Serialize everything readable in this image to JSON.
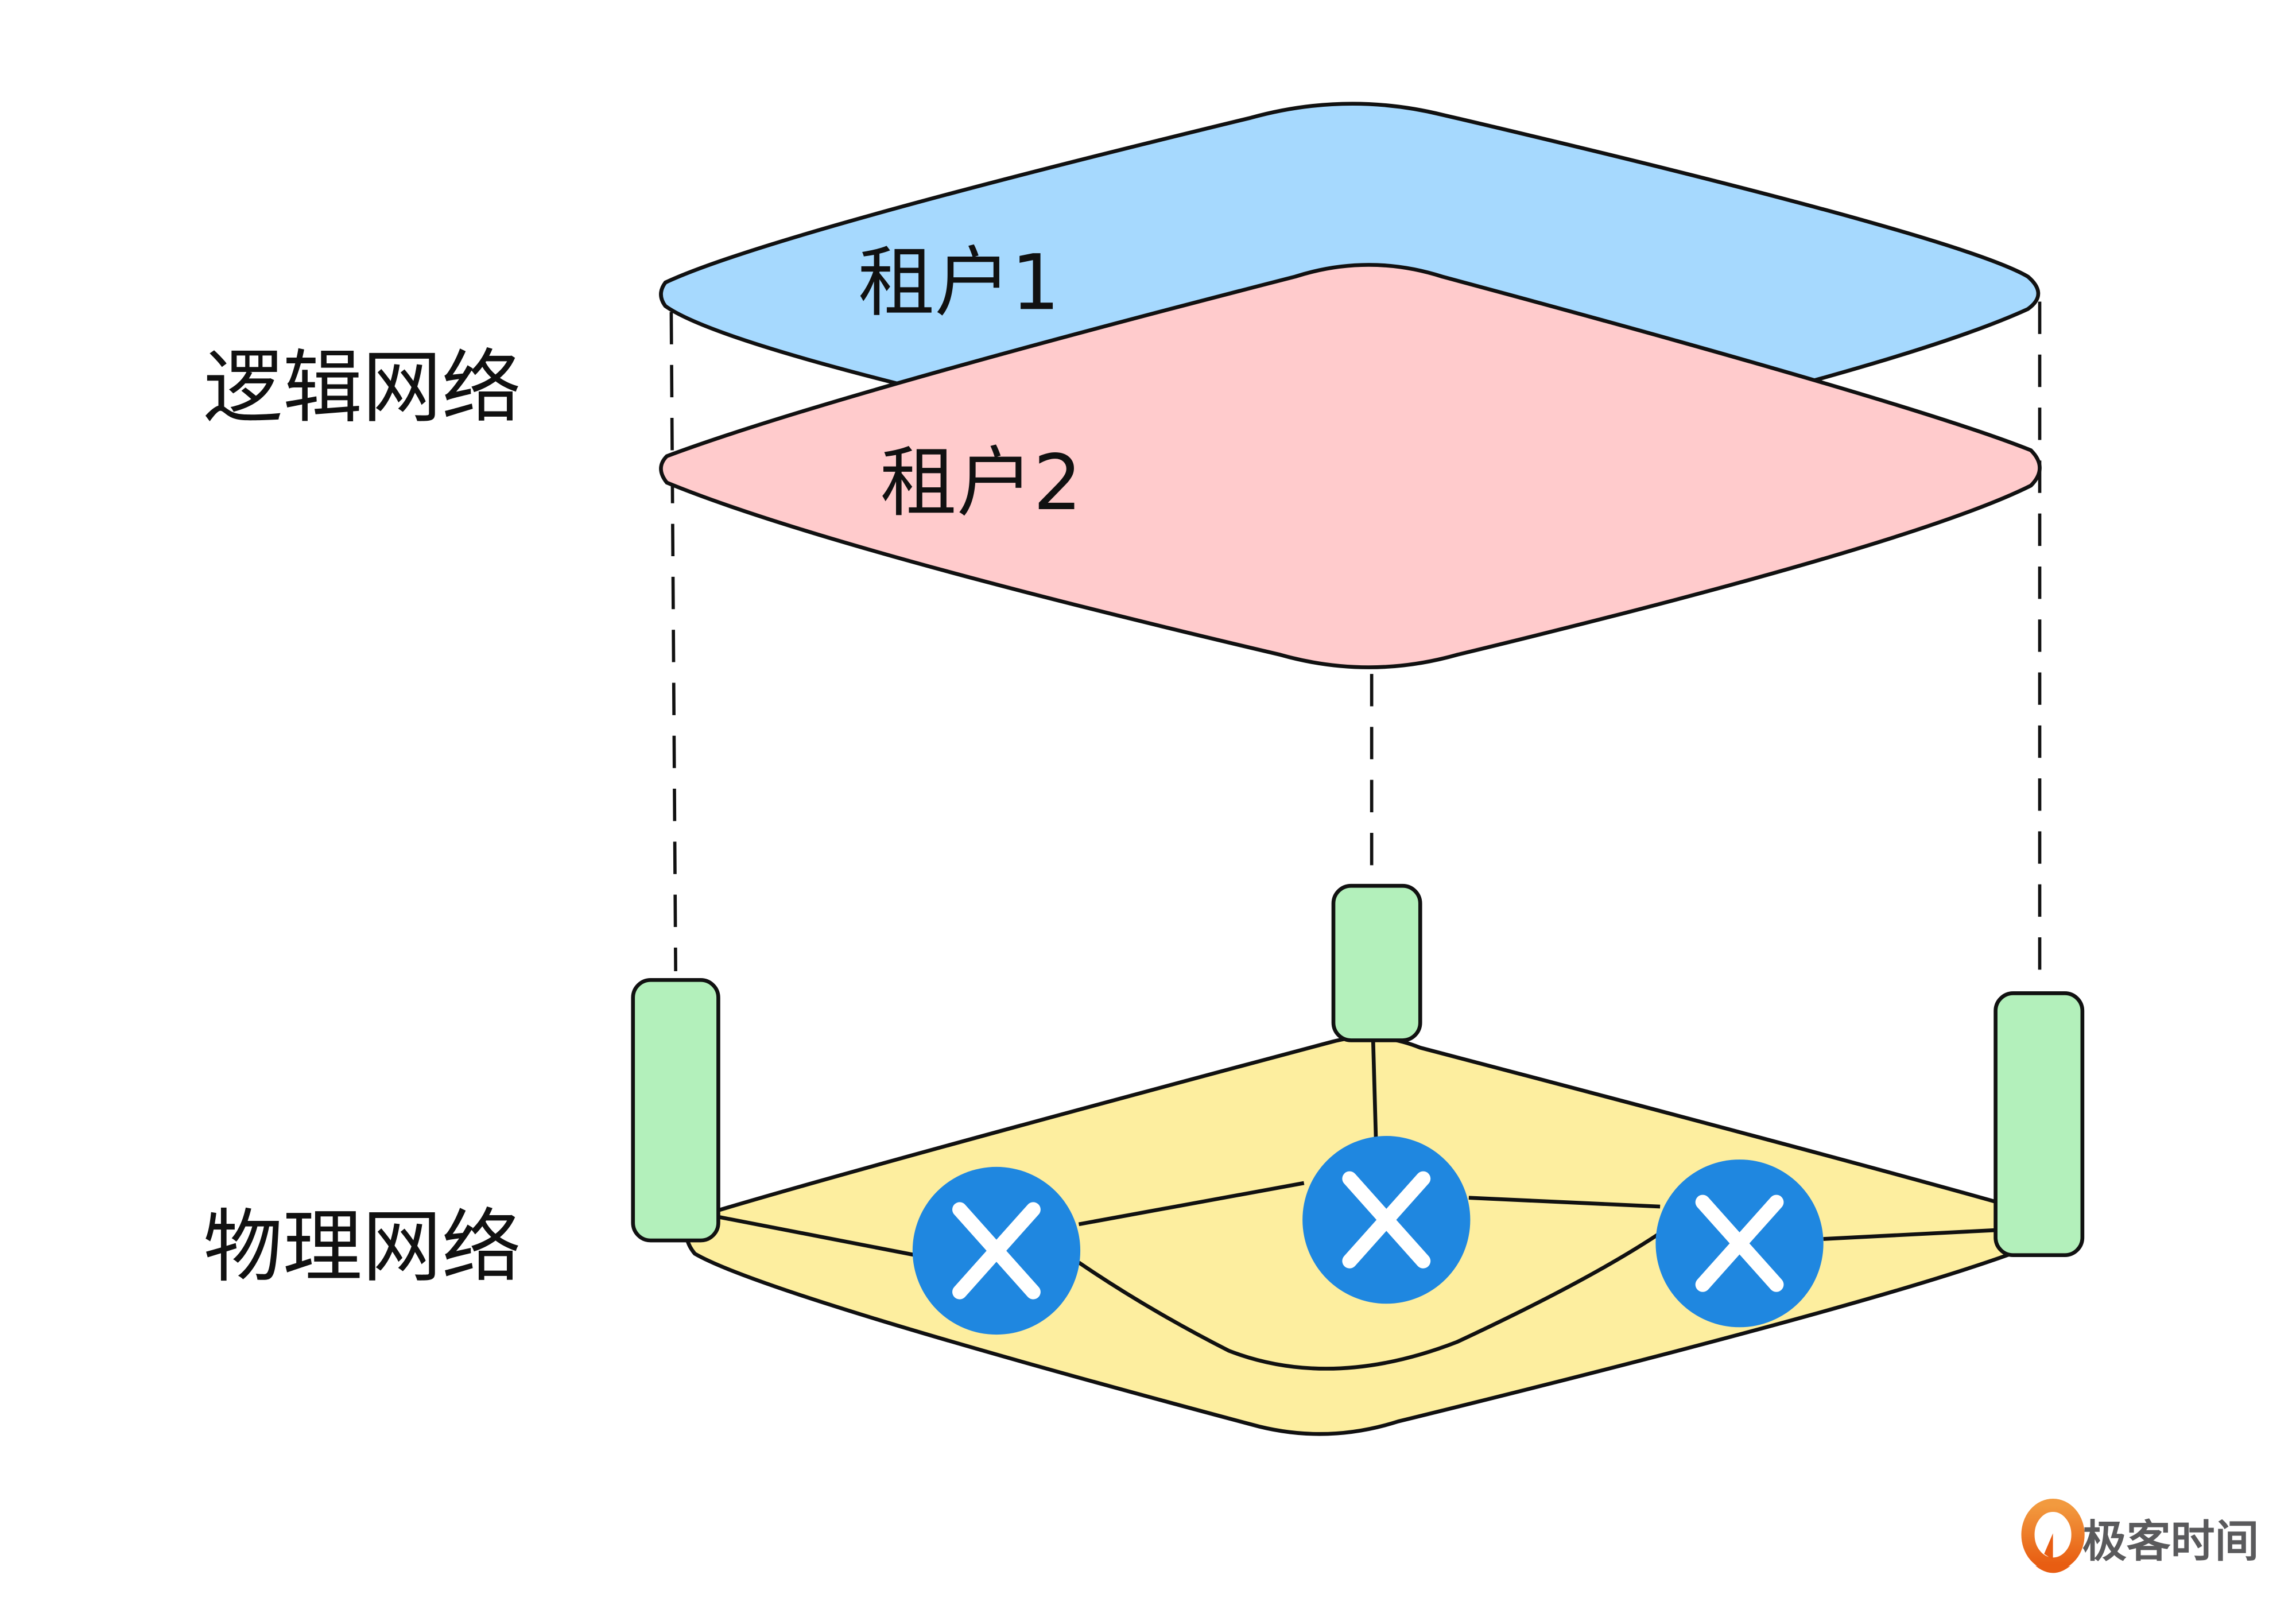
{
  "diagram": {
    "logical_network_label": "逻辑网络",
    "physical_network_label": "物理网络",
    "tenants": [
      {
        "label": "租户1",
        "color": "#a6d9fe"
      },
      {
        "label": "租户2",
        "color": "#ffcbcc"
      }
    ],
    "physical_plane_color": "#fdee9f",
    "host_color": "#b3f0bb",
    "switch_color": "#1f87e0",
    "switch_icon": "x-cross-icon",
    "switch_count": 3,
    "host_count": 3
  },
  "brand": {
    "name": "极客时间",
    "logo_icon": "geektime-logo-icon",
    "logo_color": "#ee7021"
  }
}
